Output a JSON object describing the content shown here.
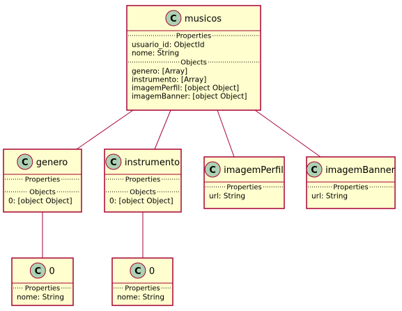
{
  "diagram": {
    "class_marker": "C",
    "edges": [
      [
        "musicos",
        "genero"
      ],
      [
        "musicos",
        "instrumento"
      ],
      [
        "musicos",
        "imagemPerfil"
      ],
      [
        "musicos",
        "imagemBanner"
      ],
      [
        "genero",
        "genero_0"
      ],
      [
        "instrumento",
        "instrumento_0"
      ]
    ],
    "classes": [
      {
        "id": "musicos",
        "name": "musicos",
        "sections": [
          {
            "title": "Properties",
            "fields": [
              "usuario_id: ObjectId",
              "nome: String"
            ]
          },
          {
            "title": "Objects",
            "fields": [
              "genero: [Array]",
              "instrumento: [Array]",
              "imagemPerfil: [object Object]",
              "imagemBanner: [object Object]"
            ]
          }
        ]
      },
      {
        "id": "genero",
        "name": "genero",
        "sections": [
          {
            "title": "Properties",
            "fields": []
          },
          {
            "title": "Objects",
            "fields": [
              "0: [object Object]"
            ]
          }
        ]
      },
      {
        "id": "instrumento",
        "name": "instrumento",
        "sections": [
          {
            "title": "Properties",
            "fields": []
          },
          {
            "title": "Objects",
            "fields": [
              "0: [object Object]"
            ]
          }
        ]
      },
      {
        "id": "imagemPerfil",
        "name": "imagemPerfil",
        "sections": [
          {
            "title": "Properties",
            "fields": [
              "url: String"
            ]
          }
        ]
      },
      {
        "id": "imagemBanner",
        "name": "imagemBanner",
        "sections": [
          {
            "title": "Properties",
            "fields": [
              "url: String"
            ]
          }
        ]
      },
      {
        "id": "genero_0",
        "name": "0",
        "sections": [
          {
            "title": "Properties",
            "fields": [
              "nome: String"
            ]
          }
        ]
      },
      {
        "id": "instrumento_0",
        "name": "0",
        "sections": [
          {
            "title": "Properties",
            "fields": [
              "nome: String"
            ]
          }
        ]
      }
    ]
  }
}
